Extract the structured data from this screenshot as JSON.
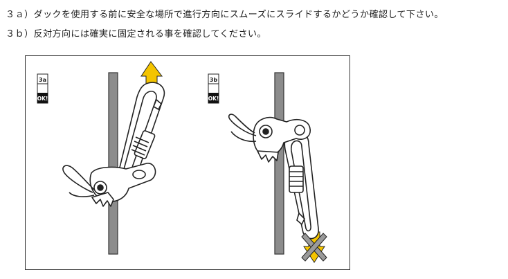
{
  "instructions": {
    "line_3a": "３ａ）ダックを使用する前に安全な場所で進行方向にスムーズにスライドするかどうか確認して下さい。",
    "line_3b": "３ｂ）反対方向には確実に固定される事を確認してください。"
  },
  "figure": {
    "panel_a": {
      "tag": "3a",
      "status": "OK!"
    },
    "panel_b": {
      "tag": "3b",
      "status": "OK!"
    },
    "colors": {
      "arrow_yellow": "#f4c400",
      "rope_gray": "#8c8c8c",
      "outline": "#222222",
      "cross_gray": "#9a9a9a"
    }
  }
}
